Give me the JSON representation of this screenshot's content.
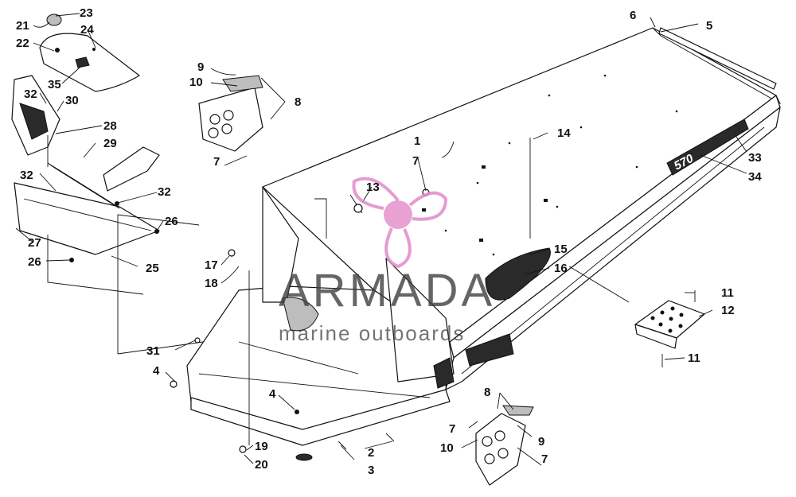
{
  "diagram": {
    "model_label": "570",
    "callouts": {
      "c1": "1",
      "c2": "2",
      "c3": "3",
      "c4a": "4",
      "c4b": "4",
      "c5": "5",
      "c6": "6",
      "c7a": "7",
      "c7b": "7",
      "c7c": "7",
      "c7d": "7",
      "c8a": "8",
      "c8b": "8",
      "c9a": "9",
      "c9b": "9",
      "c10a": "10",
      "c10b": "10",
      "c11a": "11",
      "c11b": "11",
      "c12": "12",
      "c13": "13",
      "c14": "14",
      "c15": "15",
      "c16": "16",
      "c17": "17",
      "c18": "18",
      "c19": "19",
      "c20": "20",
      "c21": "21",
      "c22": "22",
      "c23": "23",
      "c24": "24",
      "c25": "25",
      "c26a": "26",
      "c26b": "26",
      "c27": "27",
      "c28": "28",
      "c29": "29",
      "c30": "30",
      "c31": "31",
      "c32a": "32",
      "c32b": "32",
      "c32c": "32",
      "c33": "33",
      "c34": "34",
      "c35": "35"
    }
  },
  "watermark": {
    "brand": "ARMADA",
    "tagline": "marine outboards",
    "logo_color": "#e58fcb"
  }
}
